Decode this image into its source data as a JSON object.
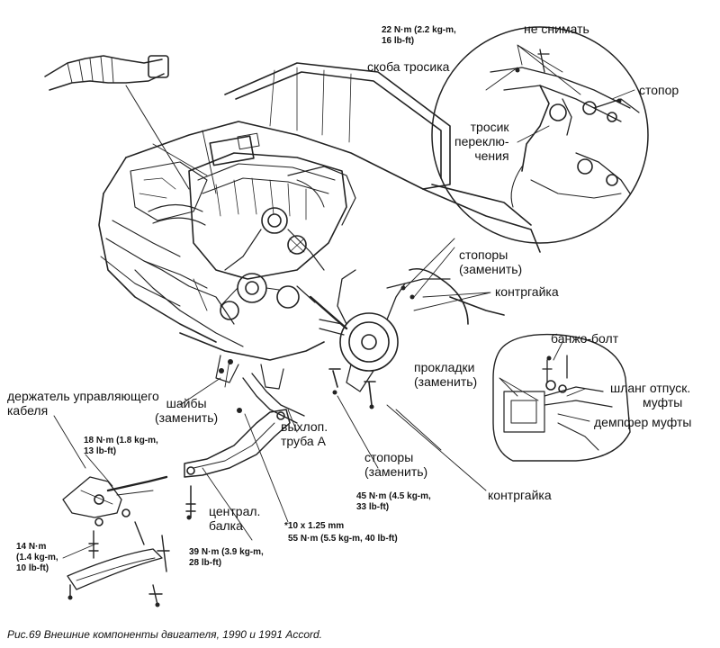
{
  "figure": {
    "caption": "Рис.69  Внешние компоненты двигателя, 1990 и 1991 Accord."
  },
  "labels": {
    "torque_top": [
      "22 N·m (2.2 kg-m,",
      "16 lb-ft)"
    ],
    "do_not_remove": "не снимать",
    "cable_bracket": "скоба тросика",
    "clip": "стопор",
    "shift_cable": [
      "тросик",
      "переклю-",
      "чения"
    ],
    "clips_replace_1": [
      "стопоры",
      "(заменить)"
    ],
    "locknut_1": "контргайка",
    "banjo_bolt": "банжо-болт",
    "gaskets_replace": [
      "прокладки",
      "(заменить)"
    ],
    "clutch_hose": [
      "шланг отпуск.",
      "муфты"
    ],
    "clutch_damper": "демпфер муфты",
    "control_cable_holder": [
      "держатель управляющего",
      "кабеля"
    ],
    "washers_replace": [
      "шайбы",
      "(заменить)"
    ],
    "exhaust_pipe": [
      "выхлоп.",
      "труба A"
    ],
    "clips_replace_2": [
      "стопоры",
      "(заменить)"
    ],
    "locknut_2": "контргайка",
    "torque_18": [
      "18 N·m (1.8 kg-m,",
      "13 lb-ft)"
    ],
    "torque_14": [
      "14 N·m",
      "(1.4 kg-m,",
      "10 lb-ft)"
    ],
    "center_beam": [
      "централ.",
      "балка"
    ],
    "torque_45": [
      "45 N·m (4.5 kg-m,",
      "33 lb-ft)"
    ],
    "bolt_size": "*10 x 1.25 mm",
    "torque_55": "55 N·m (5.5 kg-m, 40 lb-ft)",
    "torque_39": [
      "39 N·m (3.9 kg-m,",
      "28 lb-ft)"
    ]
  }
}
